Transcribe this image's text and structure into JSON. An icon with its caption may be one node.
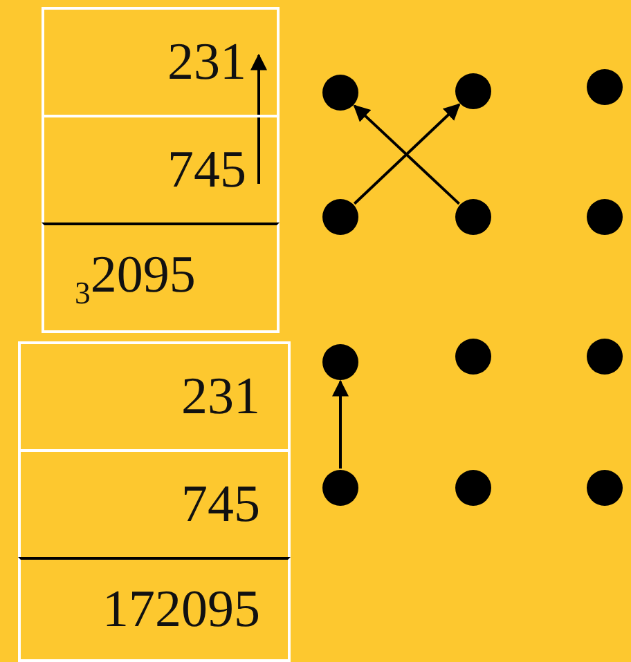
{
  "diagram": {
    "nodes": [
      {
        "text": [
          "231"
        ]
      },
      {
        "text": [
          "745"
        ]
      },
      {
        "text": [
          "$_{3}$2095"
        ]
      },
      {
        "text": [
          "231"
        ]
      },
      {
        "text": [
          "745"
        ]
      },
      {
        "text": [
          "172095"
        ]
      },
      {
        "text": [],
        "shape": "circle"
      },
      {
        "text": [],
        "shape": "circle"
      },
      {
        "text": [],
        "shape": "circle"
      },
      {
        "text": [],
        "shape": "circle"
      },
      {
        "text": [],
        "shape": "circle"
      },
      {
        "text": [],
        "shape": "circle"
      },
      {
        "text": [],
        "shape": "circle"
      },
      {
        "text": [],
        "shape": "circle"
      },
      {
        "text": [],
        "shape": "circle"
      },
      {
        "text": [],
        "shape": "circle"
      },
      {
        "text": [],
        "shape": "circle"
      },
      {
        "text": [],
        "shape": "circle"
      }
    ],
    "edges": [
      {
        "from": 1,
        "to": 0,
        "arrow": "to"
      },
      {
        "from": 9,
        "to": 7,
        "arrow": "to"
      },
      {
        "from": 10,
        "to": 6,
        "arrow": "to"
      },
      {
        "from": 15,
        "to": 12,
        "arrow": "to"
      }
    ]
  }
}
